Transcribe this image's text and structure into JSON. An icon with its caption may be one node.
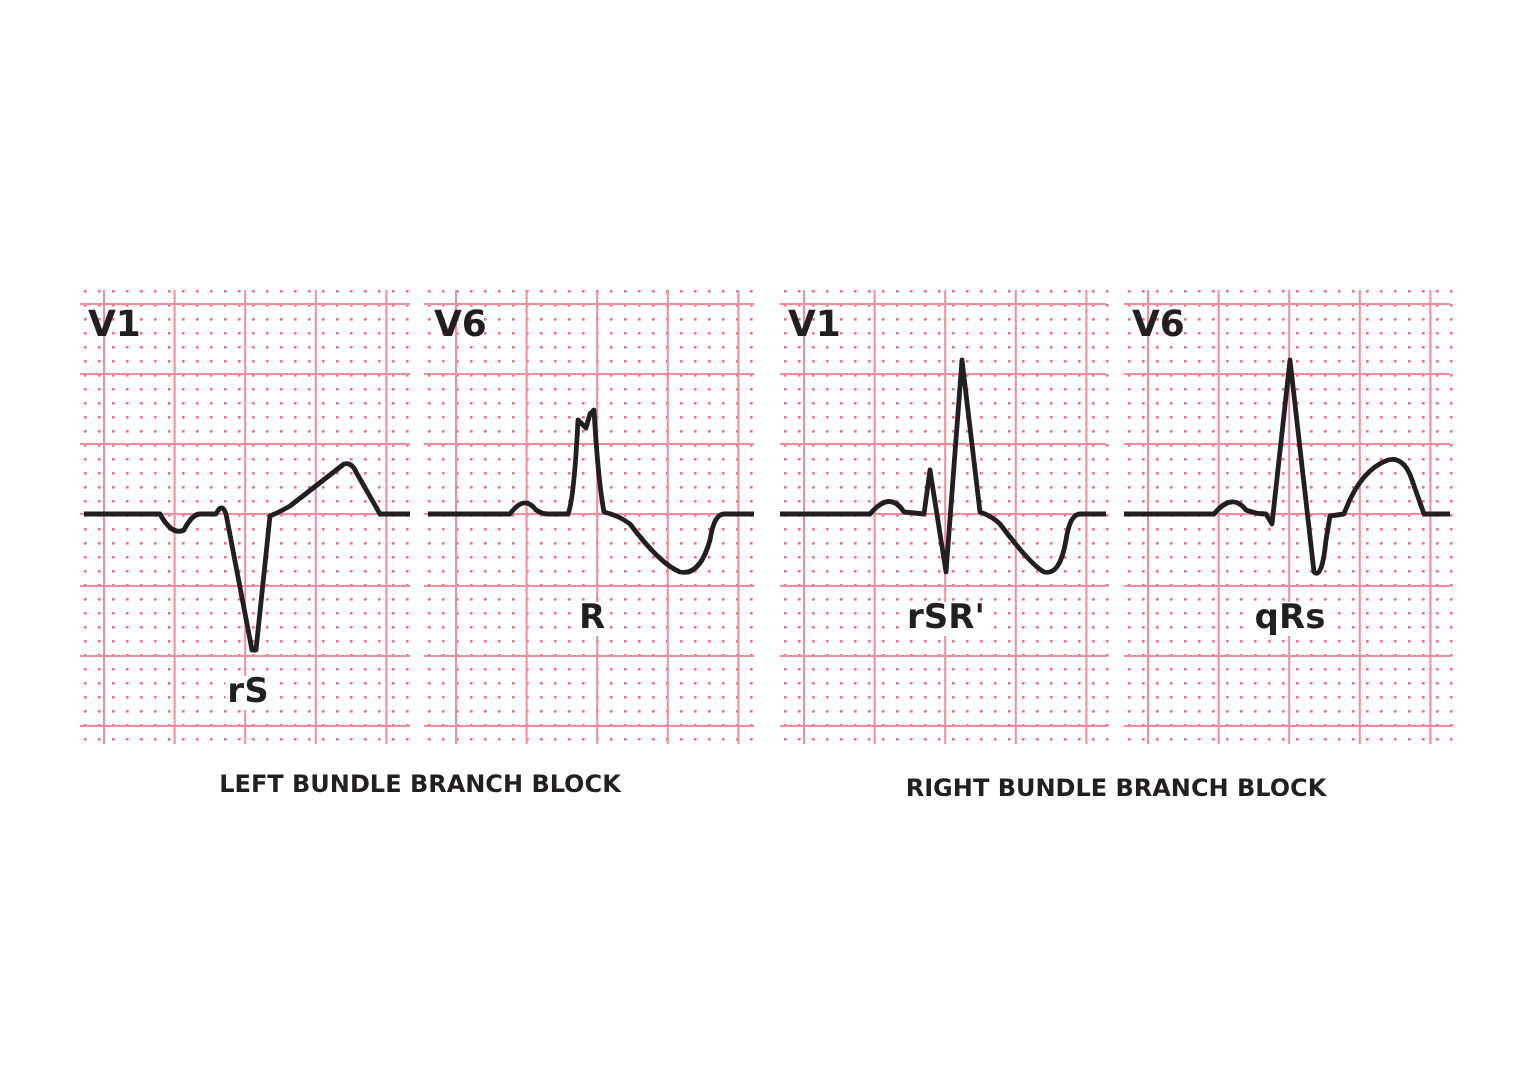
{
  "diagram": {
    "labels": [
      "V1",
      "V6",
      "V1",
      "V6",
      "R",
      "rSR'",
      "qRs",
      "rS",
      "LEFT BUNDLE BRANCH BLOCK",
      "RIGHT BUNDLE BRANCH BLOCK"
    ]
  }
}
